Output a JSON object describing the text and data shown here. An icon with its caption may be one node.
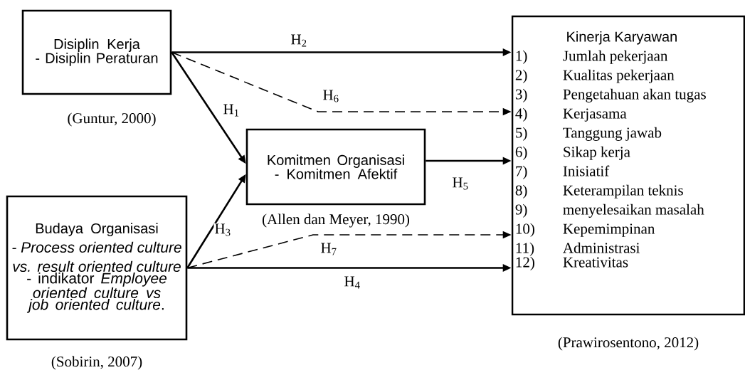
{
  "diagram": {
    "nodes": [
      {
        "text": [
          "Disiplin Kerja",
          "- Disiplin Peraturan"
        ],
        "beside": [
          "(Guntur, 2000)"
        ]
      },
      {
        "text": [
          "Budaya Organisasi",
          "- Process oriented culture vs. result oriented culture",
          "- indikator *Employee oriented culture vs job oriented culture*."
        ],
        "beside": [
          "(Sobirin, 2007)"
        ]
      },
      {
        "text": [
          "Komitmen Organisasi",
          "- Komitmen Afektif"
        ],
        "beside": [
          "(Allen dan Meyer, 1990)"
        ]
      },
      {
        "text": [
          "Kinerja Karyawan",
          "1)",
          "Jumlah pekerjaan",
          "2)",
          "Kualitas pekerjaan",
          "3)",
          "Pengetahuan akan tugas",
          "4)",
          "Kerjasama",
          "5)",
          "Tanggung jawab",
          "6)",
          "Sikap kerja",
          "7)",
          "Inisiatif",
          "8)",
          "Keterampilan teknis",
          "9)",
          "menyelesaikan masalah",
          "10)",
          "Kepemimpinan",
          "11)",
          "Administrasi",
          "12)",
          "Kreativitas"
        ],
        "beside": [
          "(Prawirosentono, 2012)"
        ]
      }
    ],
    "edges": [
      {
        "from": 0,
        "to": 3,
        "arrow": "to",
        "label": "H$_{2}$"
      },
      {
        "from": 0,
        "to": 3,
        "arrow": "to",
        "label": "H$_{6}$",
        "style": "dashed"
      },
      {
        "from": 0,
        "to": 2,
        "arrow": "to",
        "label": "H$_{1}$"
      },
      {
        "from": 2,
        "to": 3,
        "arrow": "to",
        "label": "H$_{5}$"
      },
      {
        "from": 1,
        "to": 2,
        "arrow": "to",
        "label": "H$_{3}$"
      },
      {
        "from": 1,
        "to": 3,
        "arrow": "to",
        "label": "H$_{7}$",
        "style": "dashed"
      },
      {
        "from": 1,
        "to": 3,
        "arrow": "to",
        "label": "H$_{4}$"
      }
    ]
  }
}
